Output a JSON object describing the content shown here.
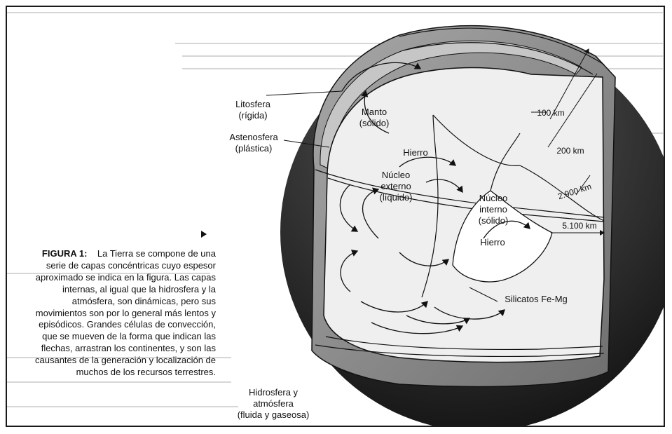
{
  "labels": {
    "litosfera": "Litosfera",
    "litosfera_sub": "(rígida)",
    "astenosfera": "Astenosfera",
    "astenosfera_sub": "(plástica)",
    "manto": "Manto",
    "manto_sub": "(sólido)",
    "hierro_outer": "Hierro",
    "nucleo_externo_1": "Núcleo",
    "nucleo_externo_2": "externo",
    "nucleo_externo_3": "(líquido)",
    "nucleo_interno_1": "Núcleo",
    "nucleo_interno_2": "interno",
    "nucleo_interno_3": "(sólido)",
    "hierro_inner": "Hierro",
    "silicatos": "Silicatos Fe-Mg",
    "hidrosfera_1": "Hidrosfera y",
    "hidrosfera_2": "atmósfera",
    "hidrosfera_3": "(fluida y gaseosa)",
    "km_100": "100 km",
    "km_200": "200 km",
    "km_2900": "2.900 km",
    "km_5100": "5.100 km"
  },
  "caption": {
    "title": "FIGURA 1:",
    "body": "La Tierra se compone de una serie de capas concéntricas cuyo espesor aproximado se indica en la figura. Las capas internas, al igual que la hidrosfera y la atmósfera, son dinámicas, pero sus movimientos son por lo general más lentos y episódicos. Grandes células de convección, que se mueven de la forma que indican las flechas, arrastran los continentes, y son las causantes de la generación y localización de muchos de los recursos terrestres."
  },
  "colors": {
    "sphere_dark": "#1c1c1c",
    "mantle_band": "#8a8a8a",
    "lithosphere": "#bdbdbd",
    "outer_core": "#f2f2f2",
    "inner_core": "#ffffff",
    "background_text": "#c8c8c8"
  }
}
